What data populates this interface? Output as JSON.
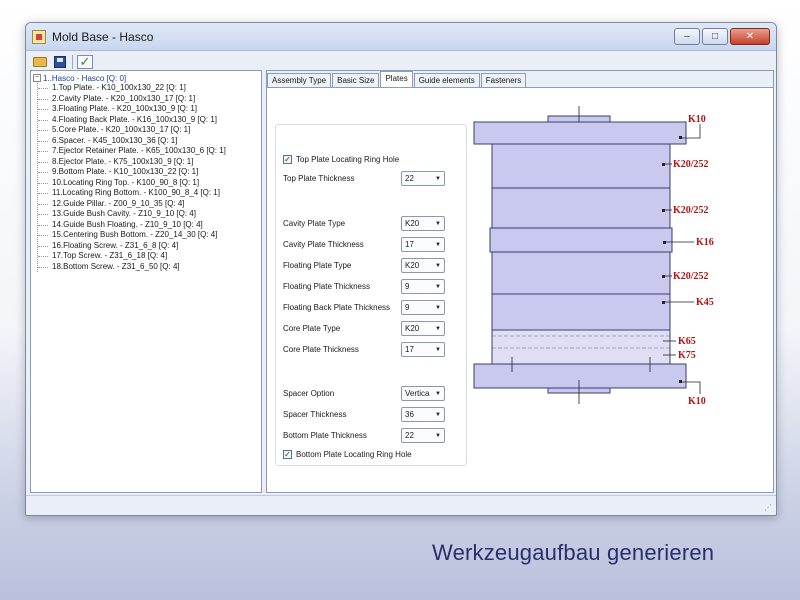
{
  "window": {
    "title": "Mold Base - Hasco",
    "controls": {
      "minimize": "–",
      "maximize": "□",
      "close": "✕"
    }
  },
  "toolbar": {
    "open_icon": "folder-icon",
    "save_icon": "save-icon",
    "confirm_icon": "check-icon"
  },
  "tree": {
    "root": "1..Hasco - Hasco [Q: 0]",
    "items": [
      "1.Top Plate.  - K10_100x130_22 [Q: 1]",
      "2.Cavity Plate.  - K20_100x130_17 [Q: 1]",
      "3.Floating Plate.  - K20_100x130_9 [Q: 1]",
      "4.Floating Back Plate.  - K16_100x130_9 [Q: 1]",
      "5.Core Plate.  - K20_100x130_17 [Q: 1]",
      "6.Spacer.  - K45_100x130_36 [Q: 1]",
      "7.Ejector Retainer Plate.  - K65_100x130_6 [Q: 1]",
      "8.Ejector Plate.  - K75_100x130_9 [Q: 1]",
      "9.Bottom Plate.  - K10_100x130_22 [Q: 1]",
      "10.Locating Ring Top.  - K100_90_8 [Q: 1]",
      "11.Locating Ring Bottom.  - K100_90_8_4 [Q: 1]",
      "12.Guide Pillar.  - Z00_9_10_35 [Q: 4]",
      "13.Guide Bush Cavity.  - Z10_9_10 [Q: 4]",
      "14.Guide Bush Floating.  - Z10_9_10 [Q: 4]",
      "15.Centering Bush Bottom.  - Z20_14_30 [Q: 4]",
      "16.Floating Screw.  - Z31_6_8 [Q: 4]",
      "17.Top Screw.  - Z31_6_18 [Q: 4]",
      "18.Bottom Screw.  - Z31_6_50 [Q: 4]"
    ]
  },
  "tabs": [
    "Assembly Type",
    "Basic Size",
    "Plates",
    "Guide elements",
    "Fasteners"
  ],
  "active_tab": "Plates",
  "form": {
    "top_locating_ring": {
      "label": "Top Plate Locating Ring Hole",
      "checked": true
    },
    "top_plate_thickness": {
      "label": "Top Plate Thickness",
      "value": "22"
    },
    "cavity_plate_type": {
      "label": "Cavity Plate Type",
      "value": "K20"
    },
    "cavity_plate_thickness": {
      "label": "Cavity Plate Thickness",
      "value": "17"
    },
    "floating_plate_type": {
      "label": "Floating Plate Type",
      "value": "K20"
    },
    "floating_plate_thickness": {
      "label": "Floating Plate Thickness",
      "value": "9"
    },
    "floating_back_plate_thickness": {
      "label": "Floating Back Plate Thickness",
      "value": "9"
    },
    "core_plate_type": {
      "label": "Core Plate Type",
      "value": "K20"
    },
    "core_plate_thickness": {
      "label": "Core Plate Thickness",
      "value": "17"
    },
    "spacer_option": {
      "label": "Spacer Option",
      "value": "Vertica"
    },
    "spacer_thickness": {
      "label": "Spacer Thickness",
      "value": "36"
    },
    "bottom_plate_thickness": {
      "label": "Bottom Plate Thickness",
      "value": "22"
    },
    "bottom_locating_ring": {
      "label": "Bottom Plate Locating Ring Hole",
      "checked": true
    },
    "dropdown_arrow": "▼",
    "checkmark": "✓"
  },
  "diagram_labels": {
    "top": "K10",
    "cavity": "K20/252",
    "floating": "K20/252",
    "floating_back": "K16",
    "core": "K20/252",
    "spacer": "K45",
    "ejector_retainer": "K65",
    "ejector": "K75",
    "bottom": "K10"
  },
  "colors": {
    "plate_fill": "#c9c8ee",
    "plate_stroke": "#3d3d6a",
    "label_red": "#b01515",
    "caption": "#2a2f6b"
  },
  "caption": "Werkzeugaufbau generieren",
  "status_grip": "⋰"
}
